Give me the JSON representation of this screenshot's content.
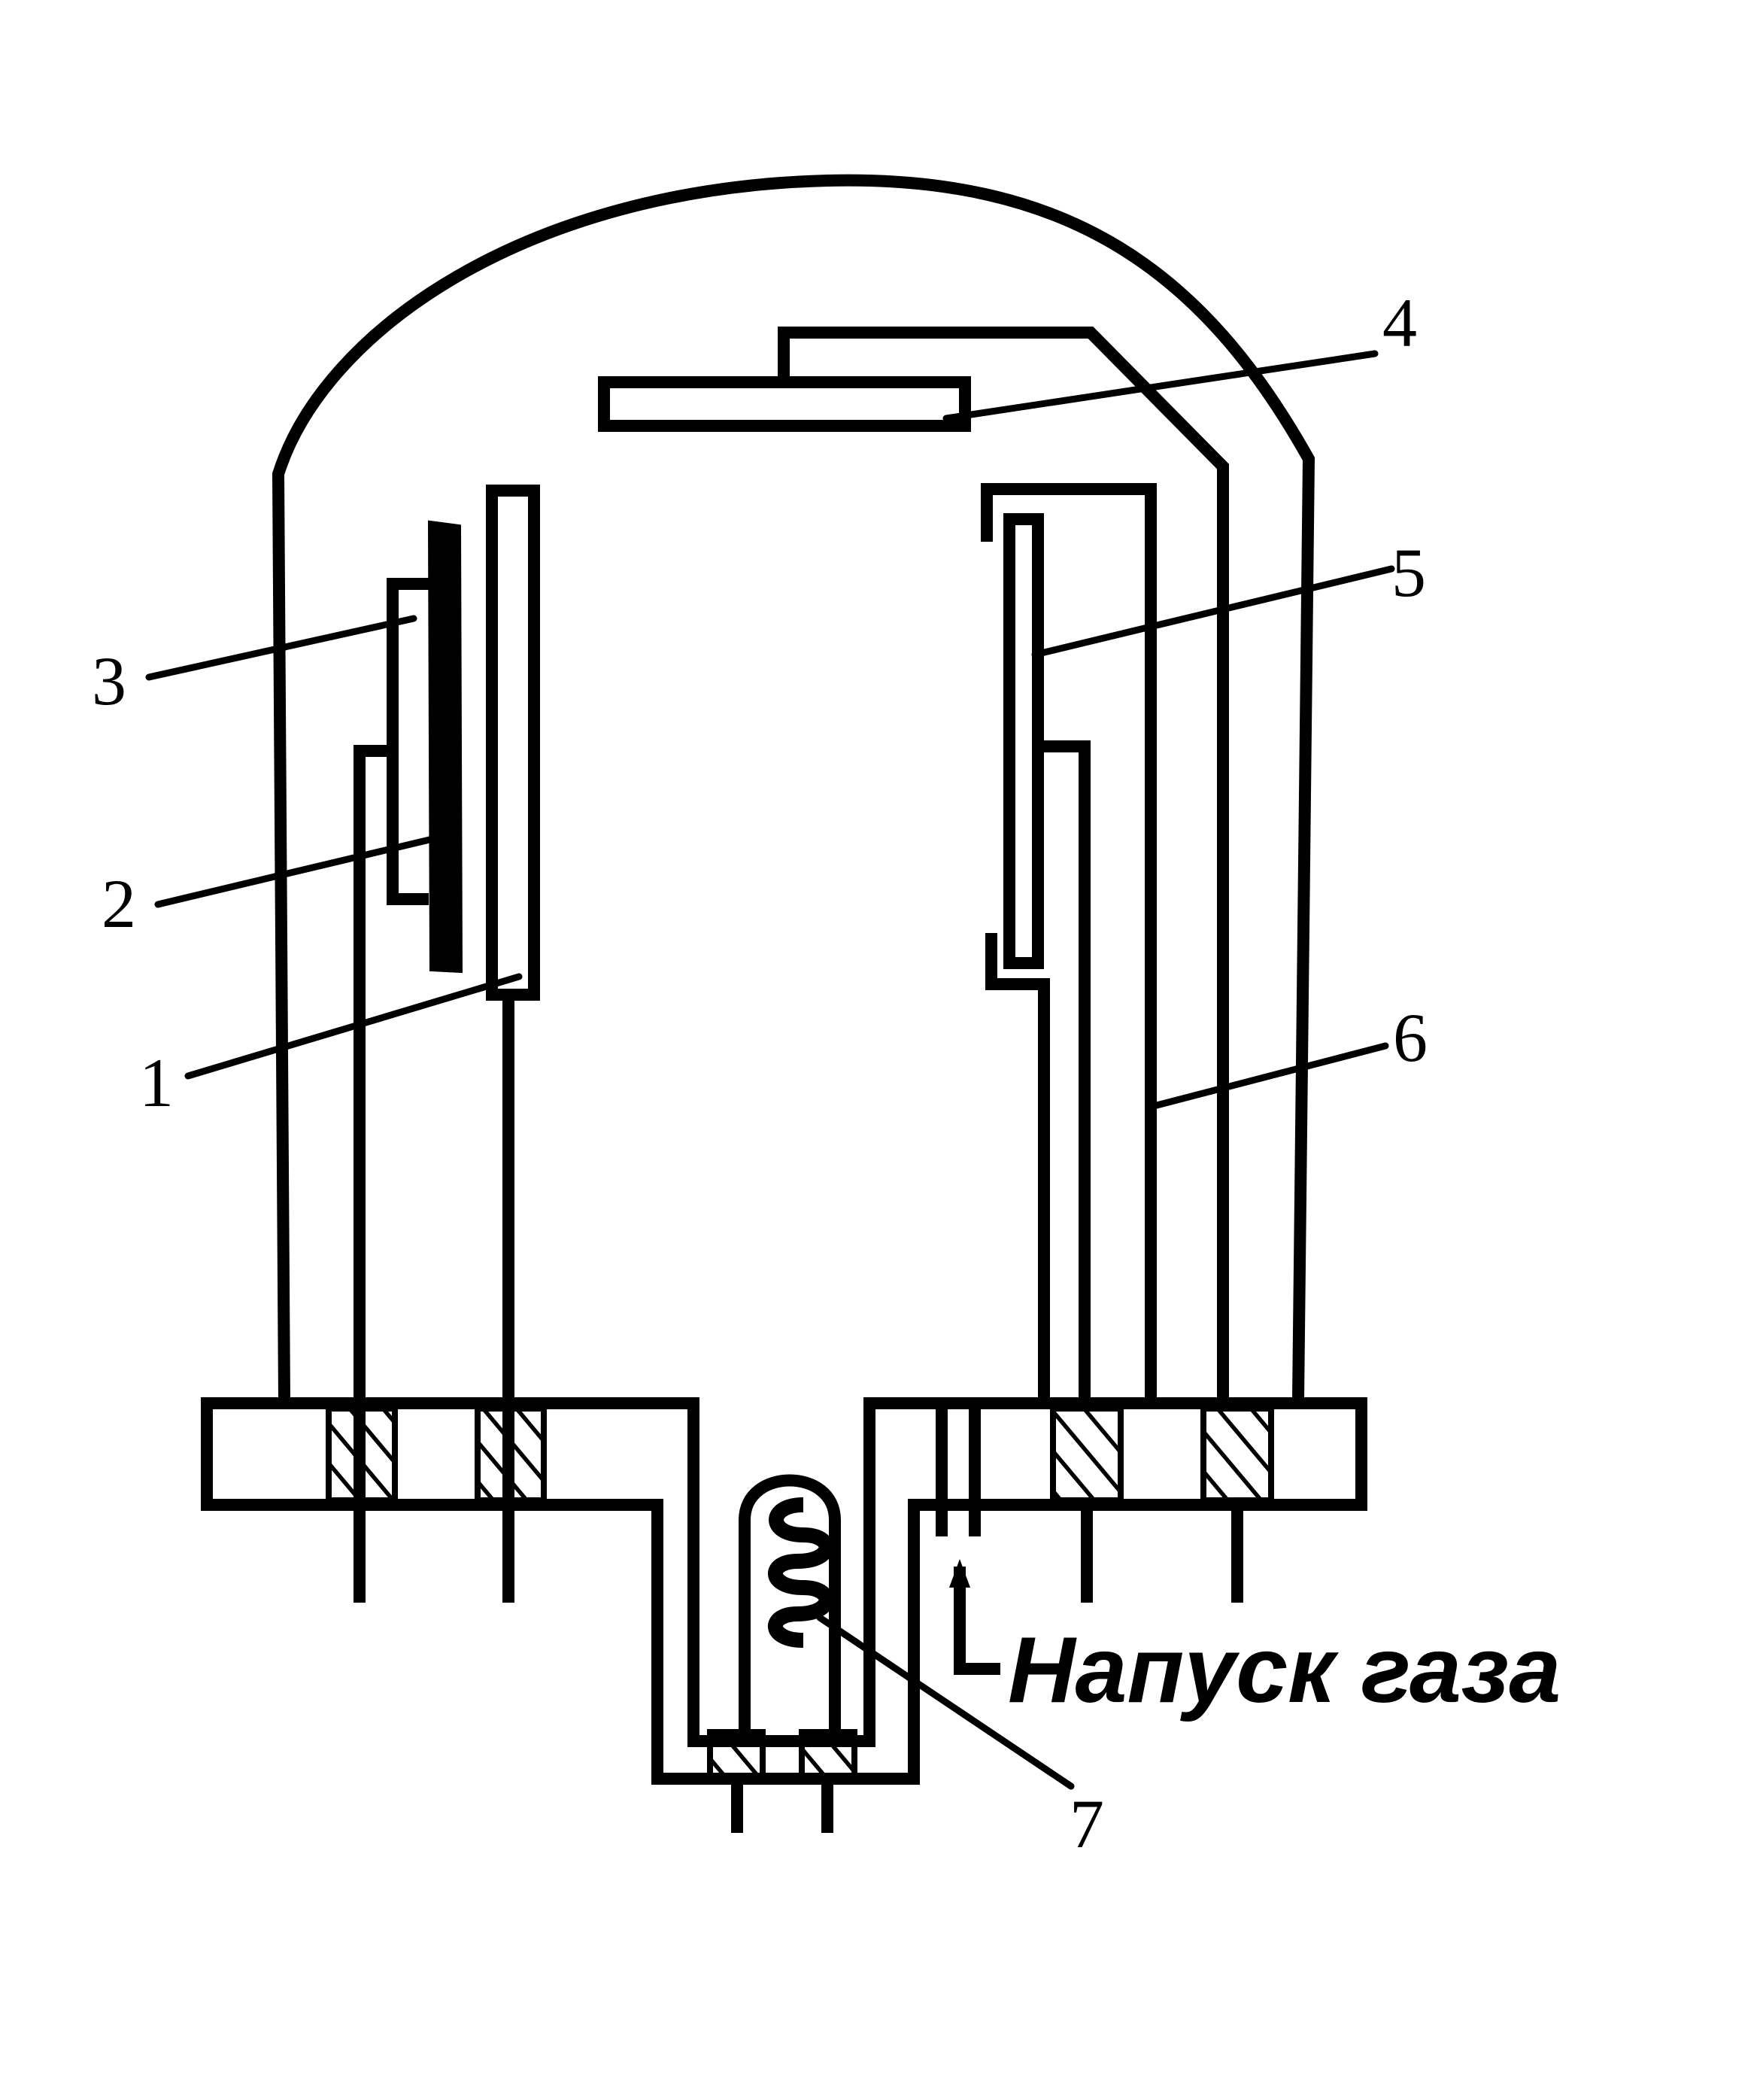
{
  "labels": {
    "l1": "1",
    "l2": "2",
    "l3": "3",
    "l4": "4",
    "l5": "5",
    "l6": "6",
    "l7": "7"
  },
  "gas_inlet_label": "Напуск газа",
  "line_color": "#000000",
  "background_color": "#ffffff"
}
